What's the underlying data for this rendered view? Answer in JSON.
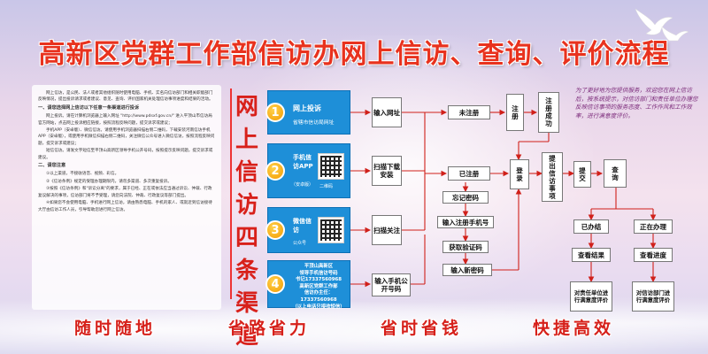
{
  "title": "高新区党群工作部信访办网上信访、查询、评价流程",
  "slogans": [
    "随时随地",
    "省路省力",
    "省时省钱",
    "快捷高效"
  ],
  "channels_title": [
    "网",
    "上",
    "信",
    "访",
    "四",
    "条",
    "渠",
    "道"
  ],
  "notice": {
    "intro": "网上信访，是公民、法人或者其他组织随时使用电脑、手机、实名向信访部门和相关职能部门反映情况，提出投诉请求或者建议、意见、查询、评价国家机关处理信访事项进度和结果的活动。",
    "heading1": "一、请您选择网上信访以下任意一条渠道进行投诉",
    "p1": "网上投诉。请在计算机浏览器上输入网址 \"http://www.pdsxf.gov.cn/\" 进入平顶山市信访局官方网站，点击网上投诉相应链接，按照流程反映问题，提交诉求或建议；",
    "p2": "手机APP（安卓版）、微信信访。请使用手机浏览器扫描右侧二维码，下载安装河南信访手机APP（安卓版），或使用手机微信扫描右侧二维码，关注微信公众号进入微信信访，按照流程反映问题，提交诉求或建议；",
    "p3": "短信信访。请发文字短信至平顶山高新区领导手机公开号码，按照提示反映问题，提交诉求或建议。",
    "heading2": "二、请您注意",
    "p4": "①以上渠道，不接收语音、视频、彩信。",
    "p5": "②《信访条例》规定的受理办理期限内，请勿多渠道、多次重复投诉。",
    "p6": "③按照《信访条例》和\"诉讼分离\"的要求，属于已经、正在或依法应当通过诉讼、仲裁、行政复议解决的事项，信访部门将不予受理，请您向法院、仲裁、行政复议等部门提出。",
    "p7": "④如果您不会使用电脑、手机进行网上信访，请由熟悉电脑、手机的家人、或就近到信访接待大厅由信访工作人员，引导帮助您进行网上信访。"
  },
  "channels": [
    {
      "num": "1",
      "name": "网上投诉",
      "sub": "省辖市信访局网址"
    },
    {
      "num": "2",
      "name": "手机信访APP",
      "sub": "（安卓版）",
      "qr_label": "二维码"
    },
    {
      "num": "3",
      "name": "微信信访",
      "sub": "公众号"
    },
    {
      "num": "4",
      "line1": "平顶山高新区",
      "line2": "领导手机信访号码",
      "line3": "书记17337560968",
      "line4": "高新区党群工作部",
      "line5": "信访办主任：17337560968",
      "line6": "（以上电话只接收短信）"
    }
  ],
  "flow": {
    "enter_url": "输入网址",
    "scan_install": "扫描下载安装",
    "scan_follow": "扫描关注",
    "enter_phone": "输入手机公开号码",
    "not_registered": "未注册",
    "registered": "已注册",
    "register": "注册",
    "register_success": "注册成功",
    "forgot_password": "忘记密码",
    "enter_reg_phone": "输入注册手机号",
    "get_code": "获取验证码",
    "new_password": "输入新密码",
    "login": "登录",
    "submit_matter": "提出信访事项",
    "submit": "提交",
    "query": "查询",
    "done": "已办结",
    "in_progress": "正在办理",
    "view_result": "查看结果",
    "view_progress": "查看进度",
    "rate_responsible": "对责任单位进行满意度评价",
    "rate_dept": "对信访部门进行满意度评价"
  },
  "side_note": "为了更好地为您提供服务，欢迎您在网上信访后，按系统提示，对信访部门和责任单位办理您反映信访事项的服务态度、工作作风和工作效率，进行满意度评价。",
  "colors": {
    "title": "#e8321e",
    "channel": "#1e8fd8",
    "slogan": "#d6201a",
    "badge": "#f39a00"
  }
}
